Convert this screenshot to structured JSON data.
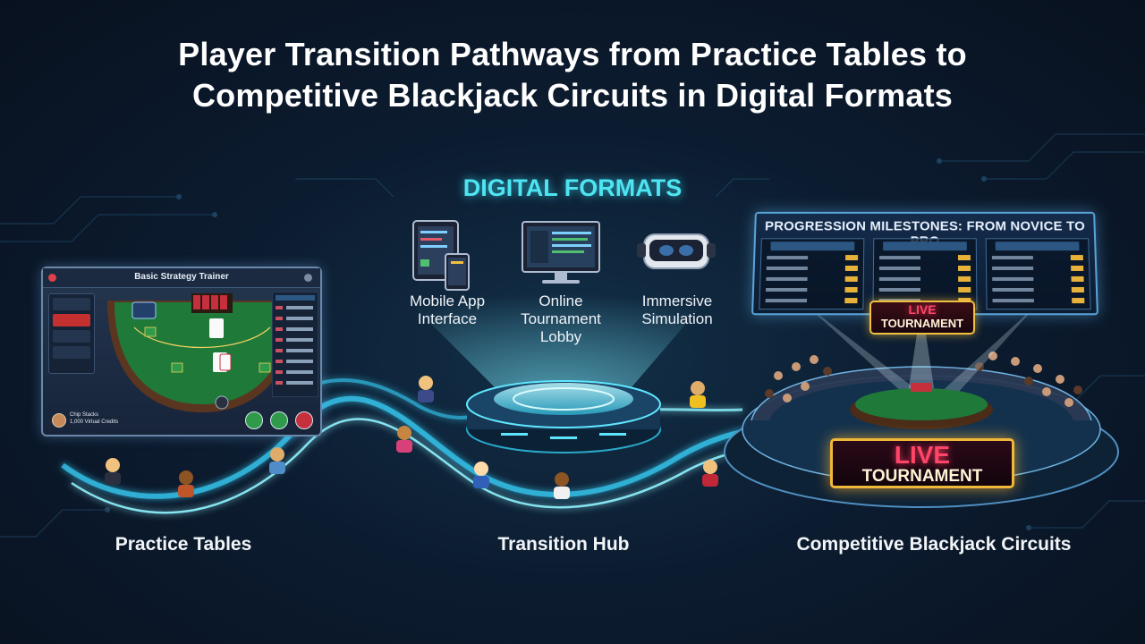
{
  "title": {
    "line1": "Player Transition Pathways from Practice Tables to",
    "line2": "Competitive Blackjack Circuits in Digital Formats"
  },
  "digital_formats": {
    "heading": "DIGITAL FORMATS",
    "devices": [
      {
        "line1": "Mobile App",
        "line2": "Interface",
        "line3": "",
        "icon": "mobile-tablet-icon"
      },
      {
        "line1": "Online",
        "line2": "Tournament",
        "line3": "Lobby",
        "icon": "desktop-monitor-icon"
      },
      {
        "line1": "Immersive",
        "line2": "Simulation",
        "line3": "",
        "icon": "vr-headset-icon"
      }
    ]
  },
  "trainer": {
    "title": "Basic Strategy Trainer",
    "footer_line1": "Chip Stacks",
    "footer_line2": "1,000 Virtual Credits"
  },
  "milestones": {
    "title": "PROGRESSION MILESTONES: FROM NOVICE TO PRO"
  },
  "live_tournament": {
    "line1": "LIVE",
    "line2": "TOURNAMENT"
  },
  "stages": {
    "practice": "Practice Tables",
    "hub": "Transition Hub",
    "competitive": "Competitive Blackjack Circuits"
  },
  "colors": {
    "background": "#0c1c30",
    "accent_cyan": "#4ee4f2",
    "felt_green": "#1f7a3a",
    "gold": "#f0b838",
    "live_red": "#ff4668"
  }
}
